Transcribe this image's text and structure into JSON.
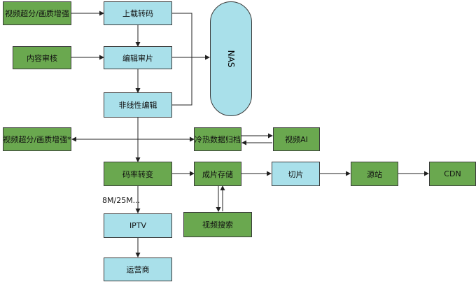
{
  "nodes": {
    "enh_top": "视频超分/画质增强",
    "upload": "上载转码",
    "review_in": "内容审核",
    "edit_review": "编辑审片",
    "nas": "NAS",
    "nle": "非线性编辑",
    "enh_mid": "视频超分/画质增强*",
    "archive": "冷热数据归档",
    "ai": "视频AI",
    "transcode": "码率转变",
    "storage": "成片存储",
    "slice": "切片",
    "origin": "源站",
    "cdn": "CDN",
    "search": "视频搜索",
    "iptv": "IPTV",
    "operator": "运营商"
  },
  "edge_label": "8M/25M..."
}
